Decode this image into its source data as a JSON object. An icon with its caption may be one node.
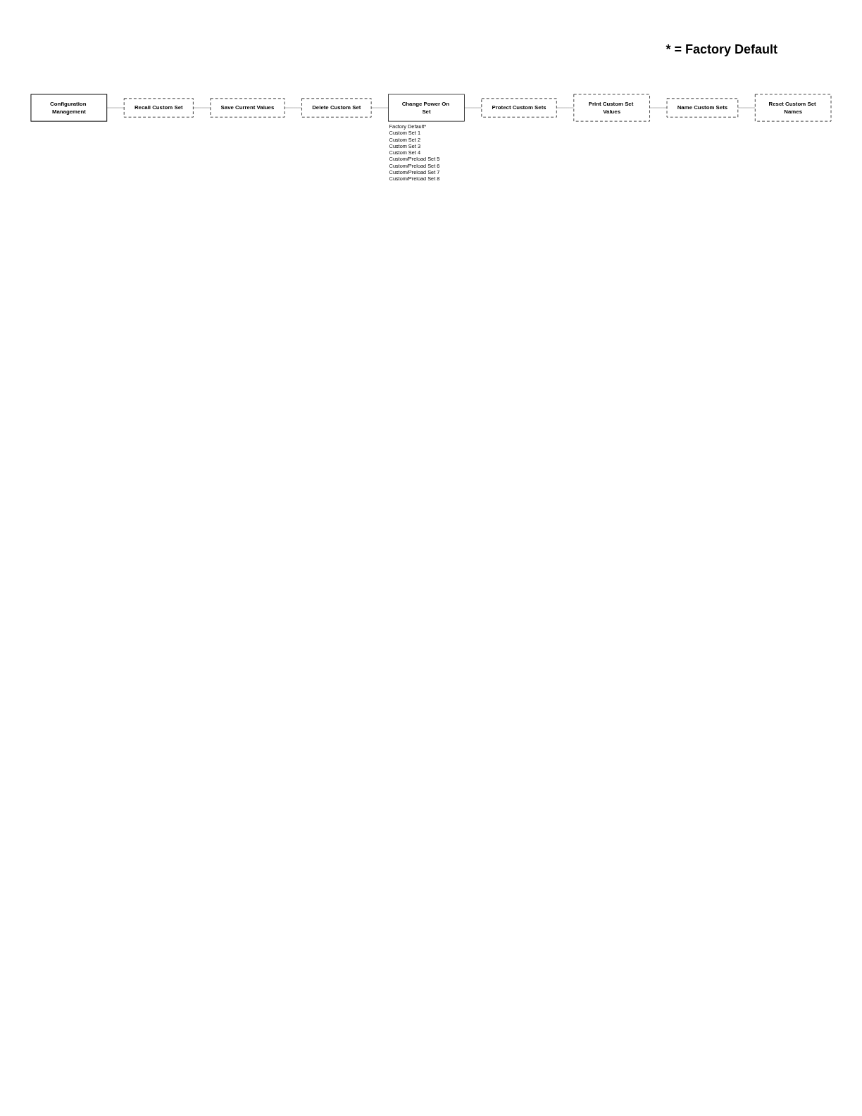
{
  "diagram": {
    "nodes": [
      {
        "text": [
          "Configuration Management"
        ]
      },
      {
        "text": [
          "Recall Custom Set"
        ]
      },
      {
        "text": [
          "Save Current Values"
        ]
      },
      {
        "text": [
          "Delete Custom Set"
        ]
      },
      {
        "text": [
          "Change Power On Set"
        ],
        "beside": [
          "Factory Default*",
          "Custom Set 1",
          "Custom Set 2",
          "Custom Set 3",
          "Custom Set 4",
          "Custom/Preload Set 5",
          "Custom/Preload Set 6",
          "Custom/Preload Set 7",
          "Custom/Preload Set 8"
        ]
      },
      {
        "text": [
          "Protect Custom Sets"
        ]
      },
      {
        "text": [
          "Print Custom Set Values"
        ]
      },
      {
        "text": [
          "Name Custom Sets"
        ]
      },
      {
        "text": [
          "Reset Custom Set Names"
        ]
      }
    ],
    "edges": [
      {
        "from": 0,
        "to": 1,
        "arrow": "none"
      },
      {
        "from": 1,
        "to": 2,
        "arrow": "none"
      },
      {
        "from": 2,
        "to": 3,
        "arrow": "none"
      },
      {
        "from": 3,
        "to": 4,
        "arrow": "none"
      },
      {
        "from": 4,
        "to": 5,
        "arrow": "none"
      },
      {
        "from": 5,
        "to": 6,
        "arrow": "none"
      },
      {
        "from": 6,
        "to": 7,
        "arrow": "none"
      },
      {
        "from": 7,
        "to": 8,
        "arrow": "none"
      }
    ],
    "labels": [
      "* = Factory Default"
    ]
  }
}
